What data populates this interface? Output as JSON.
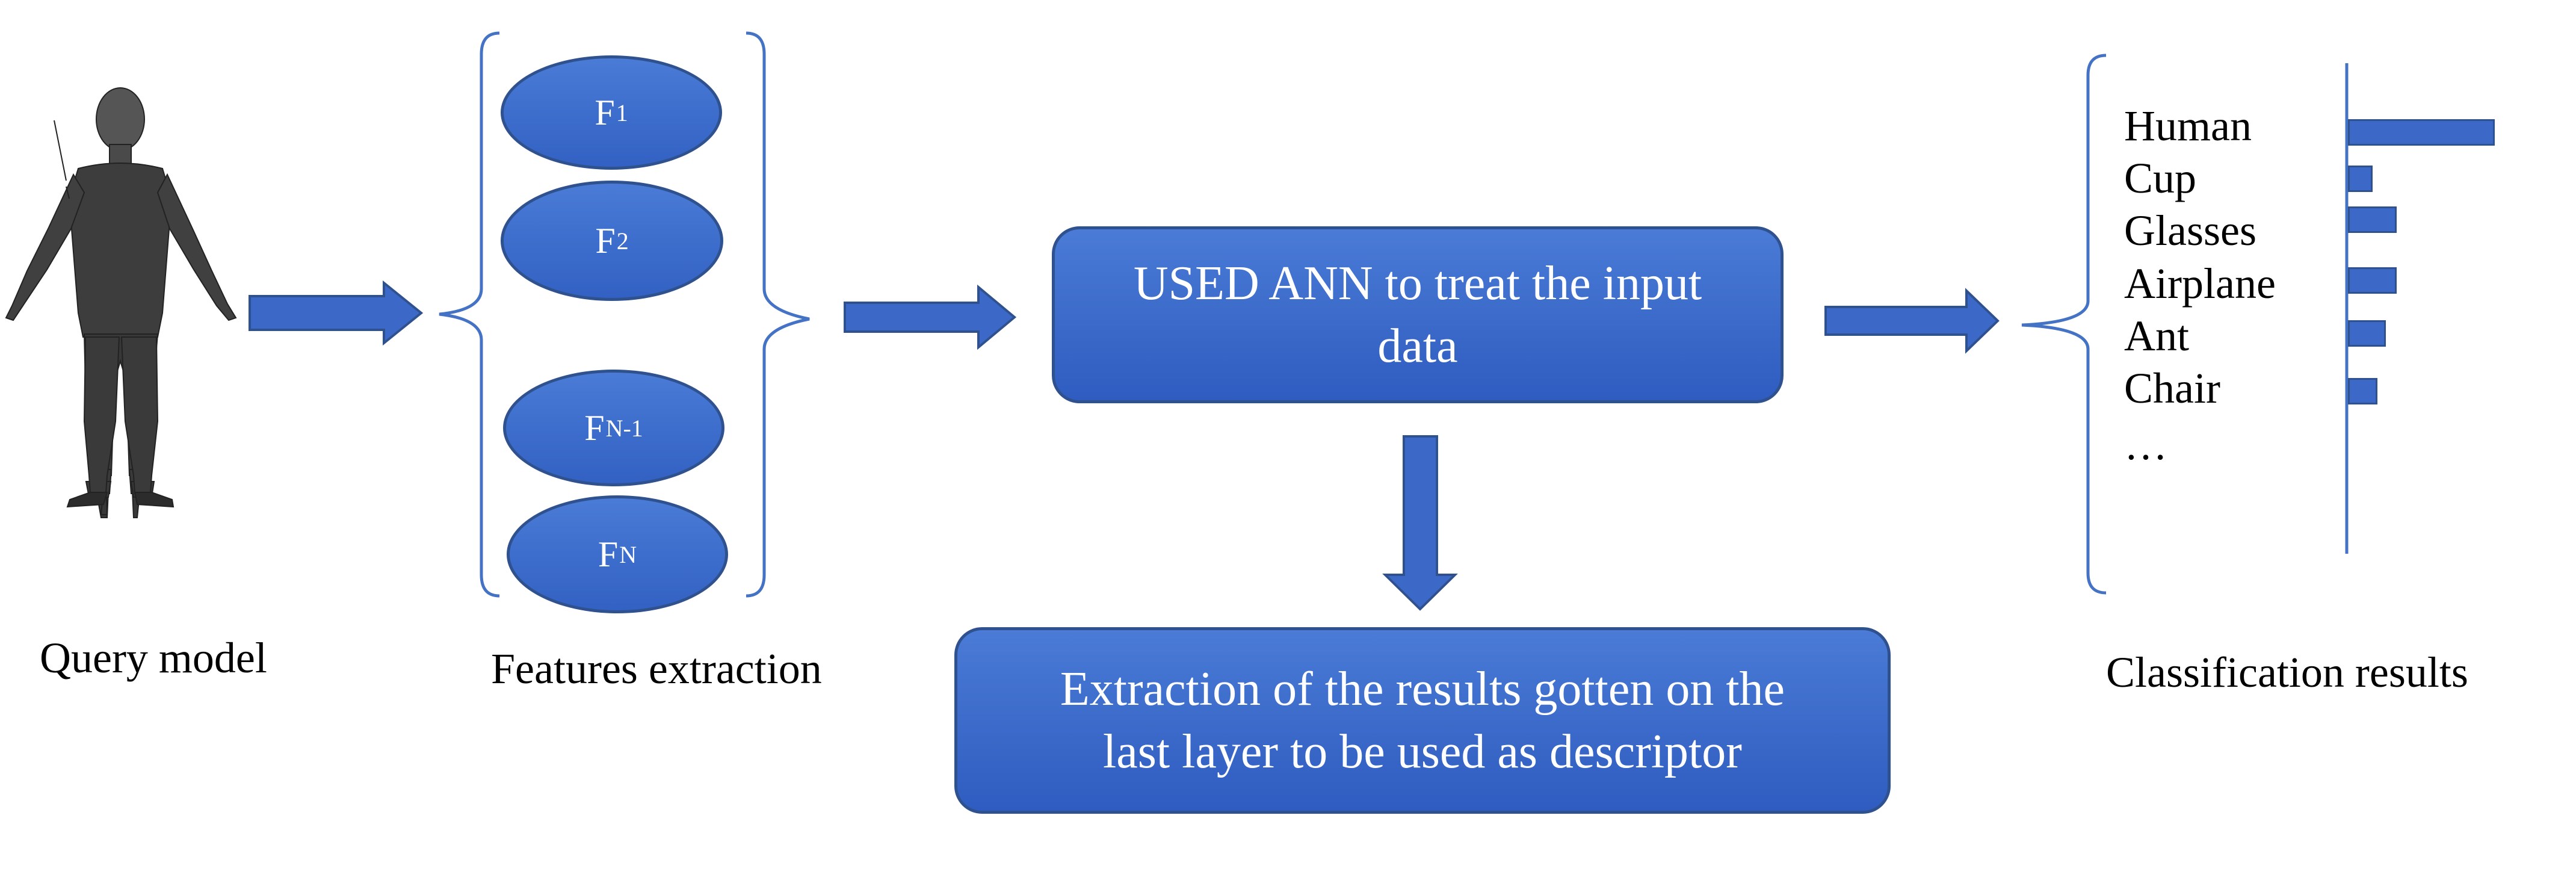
{
  "captions": {
    "query": "Query model",
    "features": "Features extraction",
    "classification": "Classification results"
  },
  "features": [
    {
      "base": "F",
      "sub": "1"
    },
    {
      "base": "F",
      "sub": "2"
    },
    {
      "base": "F",
      "sub": "N-1"
    },
    {
      "base": "F",
      "sub": "N"
    }
  ],
  "ann_box": {
    "line1": "USED ANN to treat the input",
    "line2": "data"
  },
  "descriptor_box": {
    "line1": "Extraction of the results gotten on the",
    "line2": "last layer to be used as descriptor"
  },
  "classification": {
    "labels": [
      "Human",
      "Cup",
      "Glasses",
      "Airplane",
      "Ant",
      "Chair",
      "…"
    ],
    "bar_values": [
      1.0,
      0.17,
      0.33,
      0.33,
      0.26,
      0.2
    ]
  },
  "colors": {
    "shape_fill": "#3c69c8",
    "shape_border": "#2f528f",
    "bracket": "#4472c4"
  }
}
